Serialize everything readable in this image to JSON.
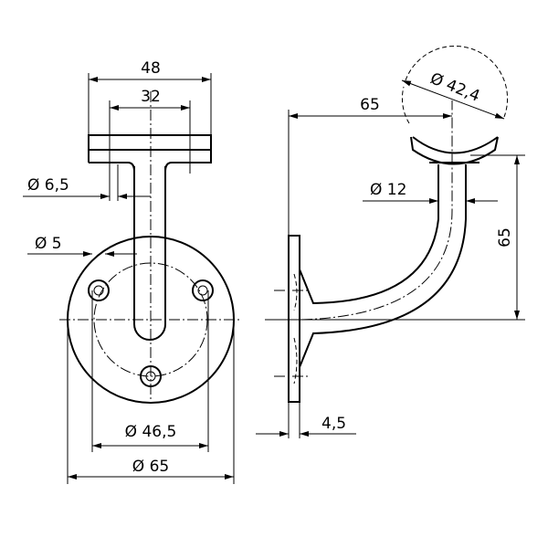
{
  "drawing": {
    "front_view": {
      "flange_width": "48",
      "hole_spacing": "32",
      "screw_hole_dia": "Ø 6,5",
      "pin_dia": "Ø 5",
      "bolt_circle_dia": "Ø 46,5",
      "plate_dia": "Ø 65"
    },
    "side_view": {
      "horizontal_offset": "65",
      "handrail_dia": "Ø 42,4",
      "bar_dia": "Ø 12",
      "vertical_offset": "65",
      "plate_thickness": "4,5"
    },
    "line_color": "#000000"
  }
}
